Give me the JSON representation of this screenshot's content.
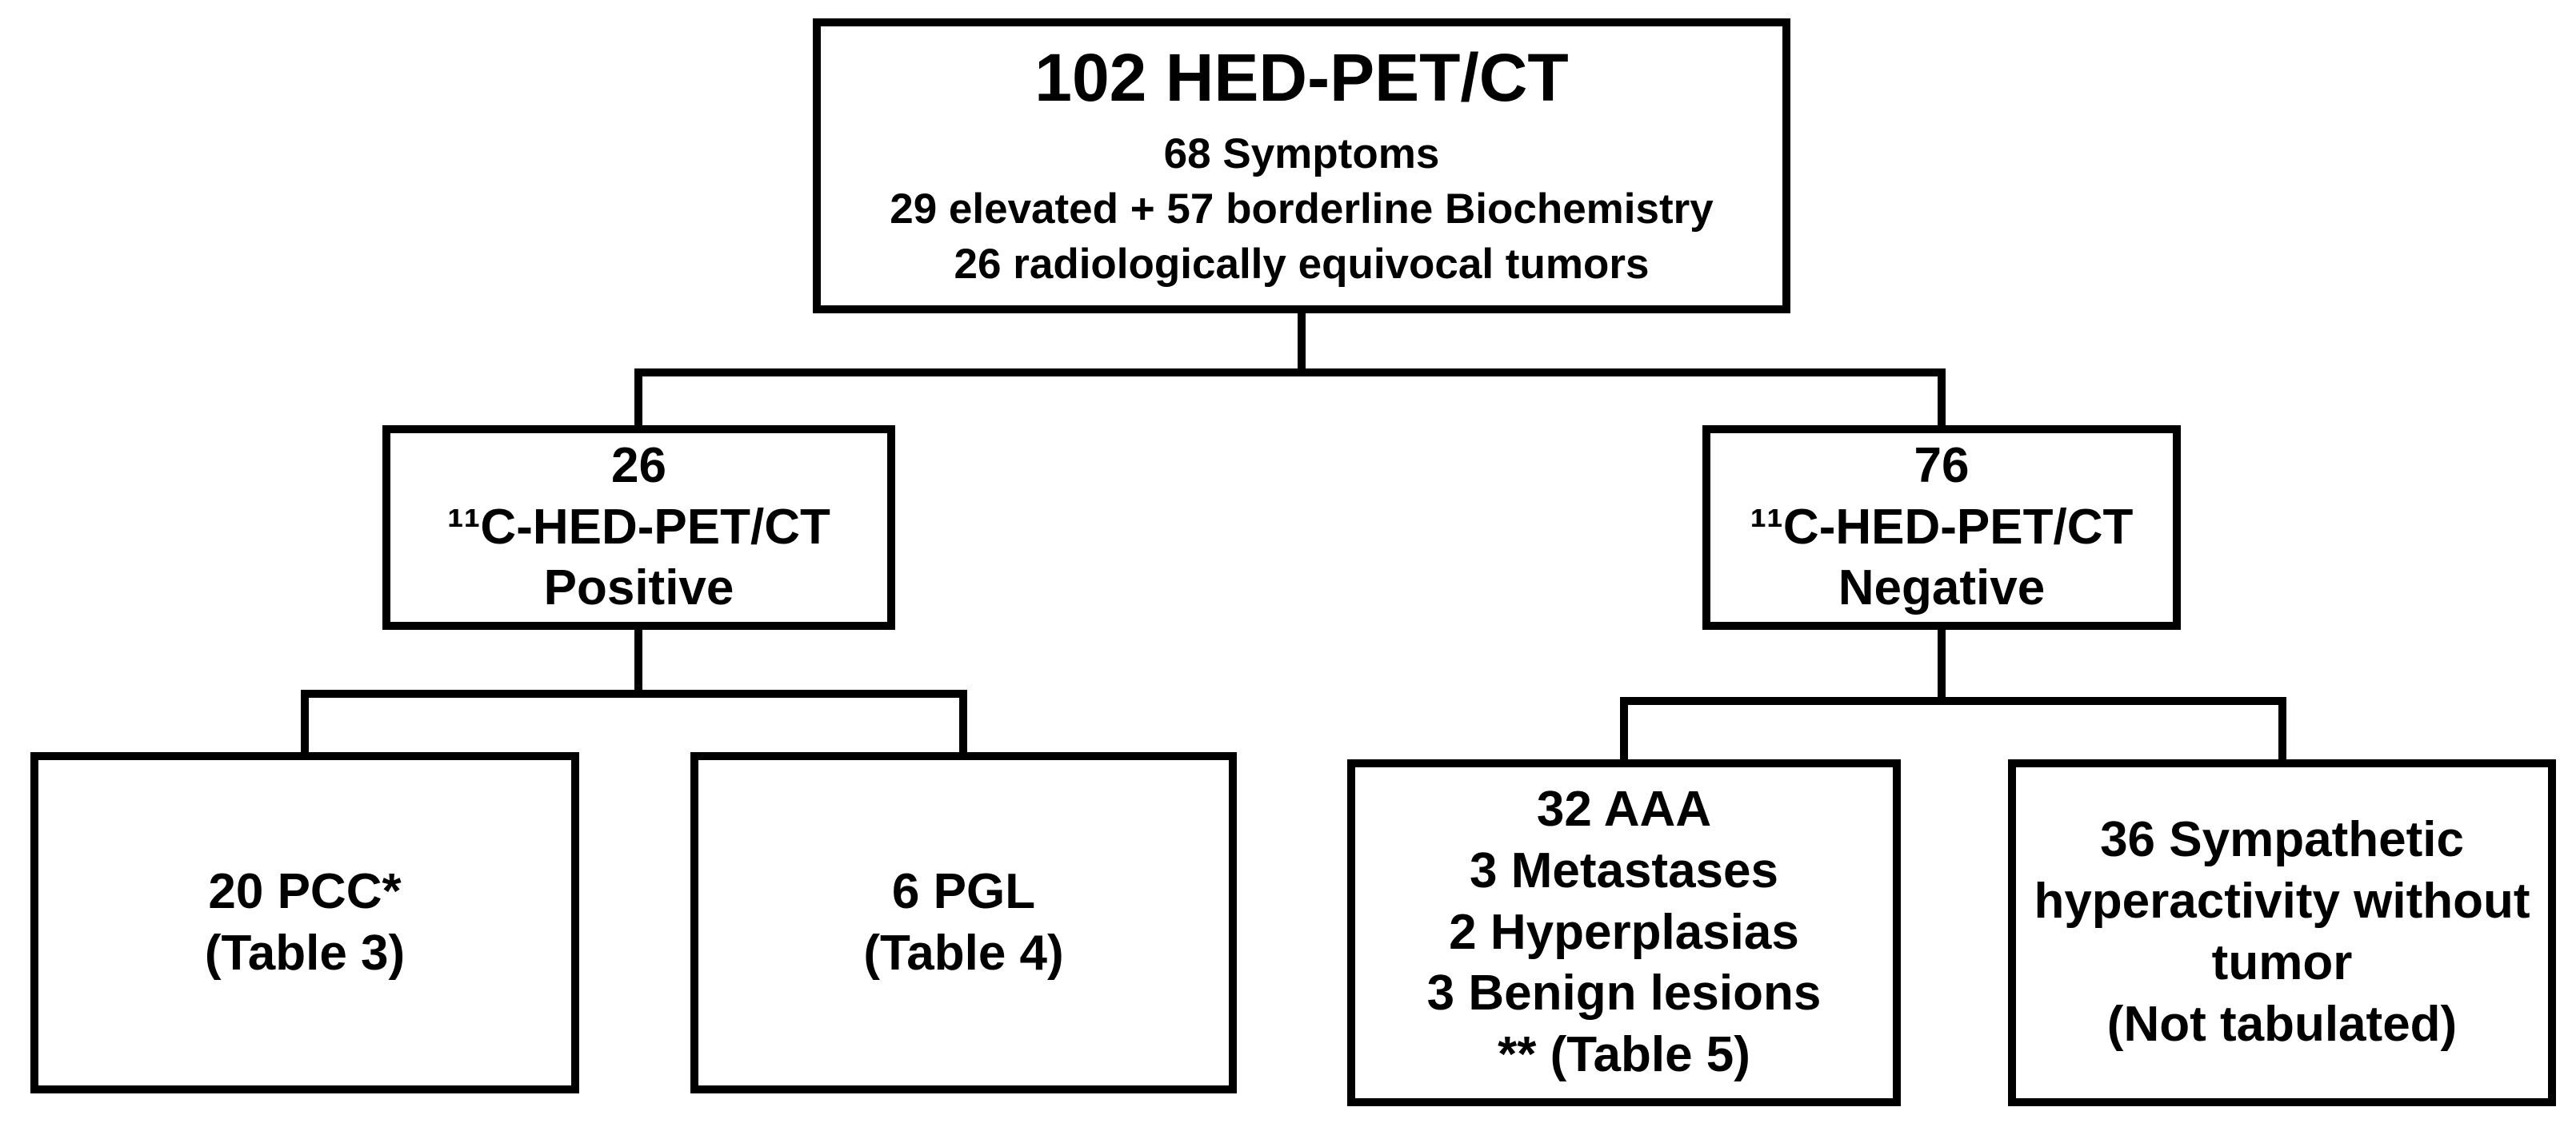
{
  "figure": {
    "background_color": "#ffffff",
    "ink_color": "#000000",
    "type": "study-flowchart"
  },
  "nodes": {
    "root": {
      "title": "102 HED-PET/CT",
      "lines": [
        "68 Symptoms",
        "29 elevated + 57 borderline Biochemistry",
        "26 radiologically equivocal tumors"
      ]
    },
    "pet_positive": {
      "lines": [
        "26",
        "¹¹C-HED-PET/CT",
        "Positive"
      ]
    },
    "pet_negative": {
      "lines": [
        "76",
        "¹¹C-HED-PET/CT",
        "Negative"
      ]
    },
    "pcc": {
      "lines": [
        "20 PCC*",
        "(Table 3)"
      ]
    },
    "pgl": {
      "lines": [
        "6 PGL",
        "(Table 4)"
      ]
    },
    "other_findings": {
      "lines": [
        "32 AAA",
        "3 Metastases",
        "2 Hyperplasias",
        "3 Benign lesions",
        "** (Table 5)"
      ]
    },
    "sympathetic": {
      "lines": [
        "36 Sympathetic",
        "hyperactivity without",
        "tumor",
        "(Not tabulated)"
      ]
    }
  }
}
